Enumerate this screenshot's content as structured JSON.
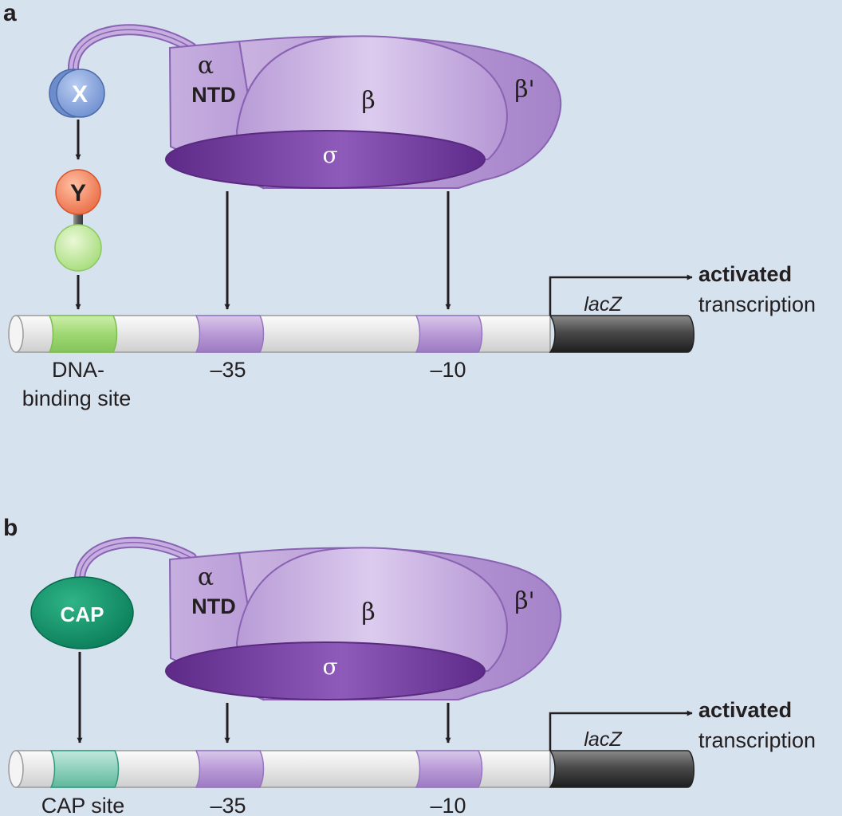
{
  "panel_a": {
    "label": "a",
    "alpha": "α",
    "ntd": "NTD",
    "beta": "β",
    "beta_prime": "β'",
    "sigma": "σ",
    "protein_x": "X",
    "protein_y": "Y",
    "binding_site_line1": "DNA-",
    "binding_site_line2": "binding site",
    "minus35": "–35",
    "minus10": "–10",
    "gene": "lacZ",
    "activated": "activated",
    "transcription": "transcription"
  },
  "panel_b": {
    "label": "b",
    "alpha": "α",
    "ntd": "NTD",
    "beta": "β",
    "beta_prime": "β'",
    "sigma": "σ",
    "activator": "CAP",
    "binding_site": "CAP site",
    "minus35": "–35",
    "minus10": "–10",
    "gene": "lacZ",
    "activated": "activated",
    "transcription": "transcription"
  },
  "colors": {
    "background": "#d7e2ef",
    "polymerase_light": "#b49ad0",
    "polymerase_outline": "#8a62b3",
    "sigma": "#6a3393",
    "promoter_element": "#b99ad6",
    "protein_x": "#7f9fd8",
    "protein_y": "#ef855f",
    "binding_domain_green": "#a8dc7c",
    "cap": "#0e8a64",
    "cap_site": "#8fd1bd",
    "gene": "#4a4a4a",
    "dna": "#ededed"
  }
}
